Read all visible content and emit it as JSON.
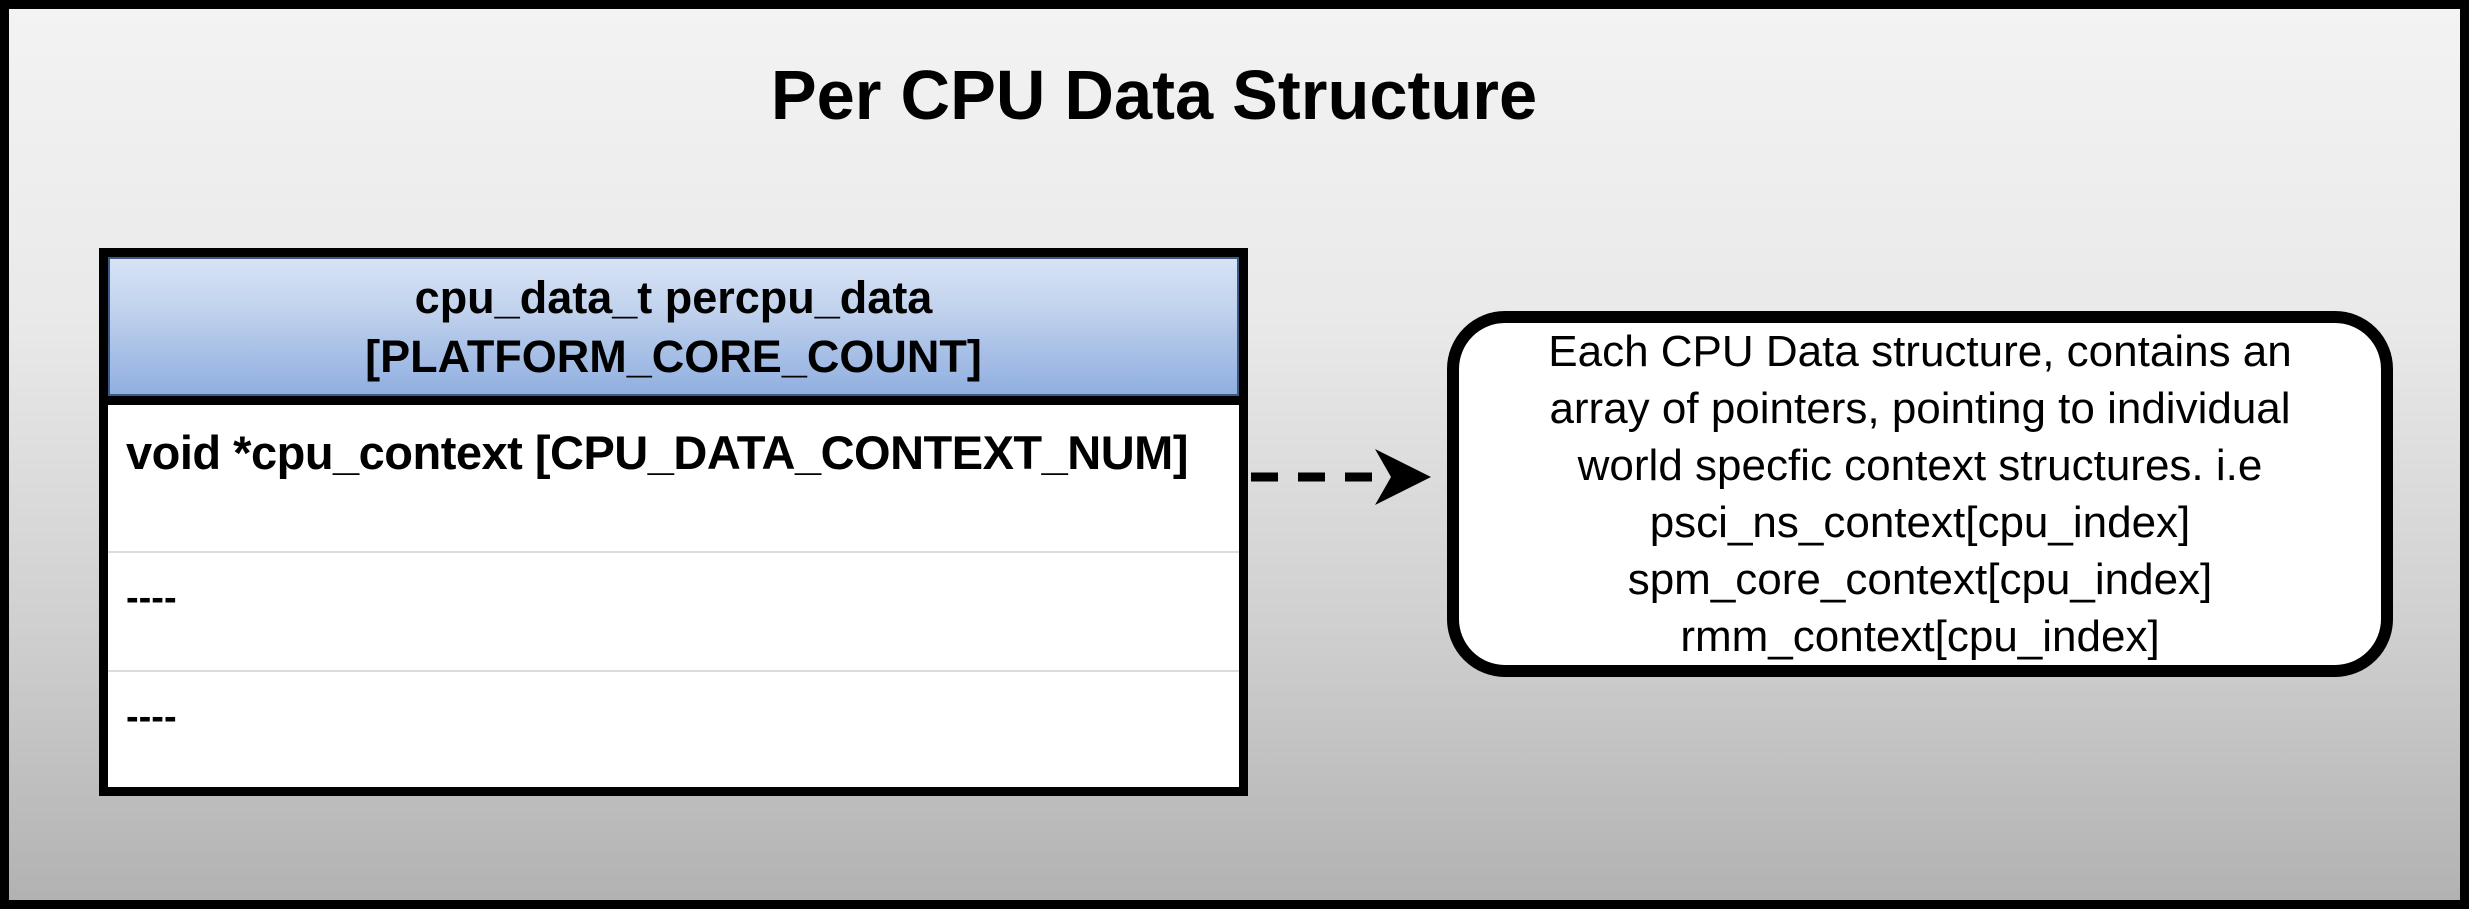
{
  "title": "Per CPU Data Structure",
  "table": {
    "header_lines": [
      "cpu_data_t percpu_data",
      "[PLATFORM_CORE_COUNT]"
    ],
    "rows": [
      {
        "label": "void *cpu_context [CPU_DATA_CONTEXT_NUM]"
      },
      {
        "label": "----"
      },
      {
        "label": "----"
      }
    ]
  },
  "connector": {
    "style": "dashed",
    "direction": "right"
  },
  "callout": {
    "lines": [
      "Each CPU Data structure, contains an",
      "array of pointers, pointing to individual",
      "world specfic context structures. i.e",
      "psci_ns_context[cpu_index]",
      "spm_core_context[cpu_index]",
      "rmm_context[cpu_index]"
    ]
  },
  "colors": {
    "background_top": "#f3f3f3",
    "background_bottom": "#b2b2b2",
    "frame_border": "#000000",
    "header_gradient_top": "#d8e3f5",
    "header_gradient_bottom": "#8fafdf",
    "row_separator": "#dcdcdc",
    "text": "#000000",
    "box_fill": "#ffffff"
  }
}
